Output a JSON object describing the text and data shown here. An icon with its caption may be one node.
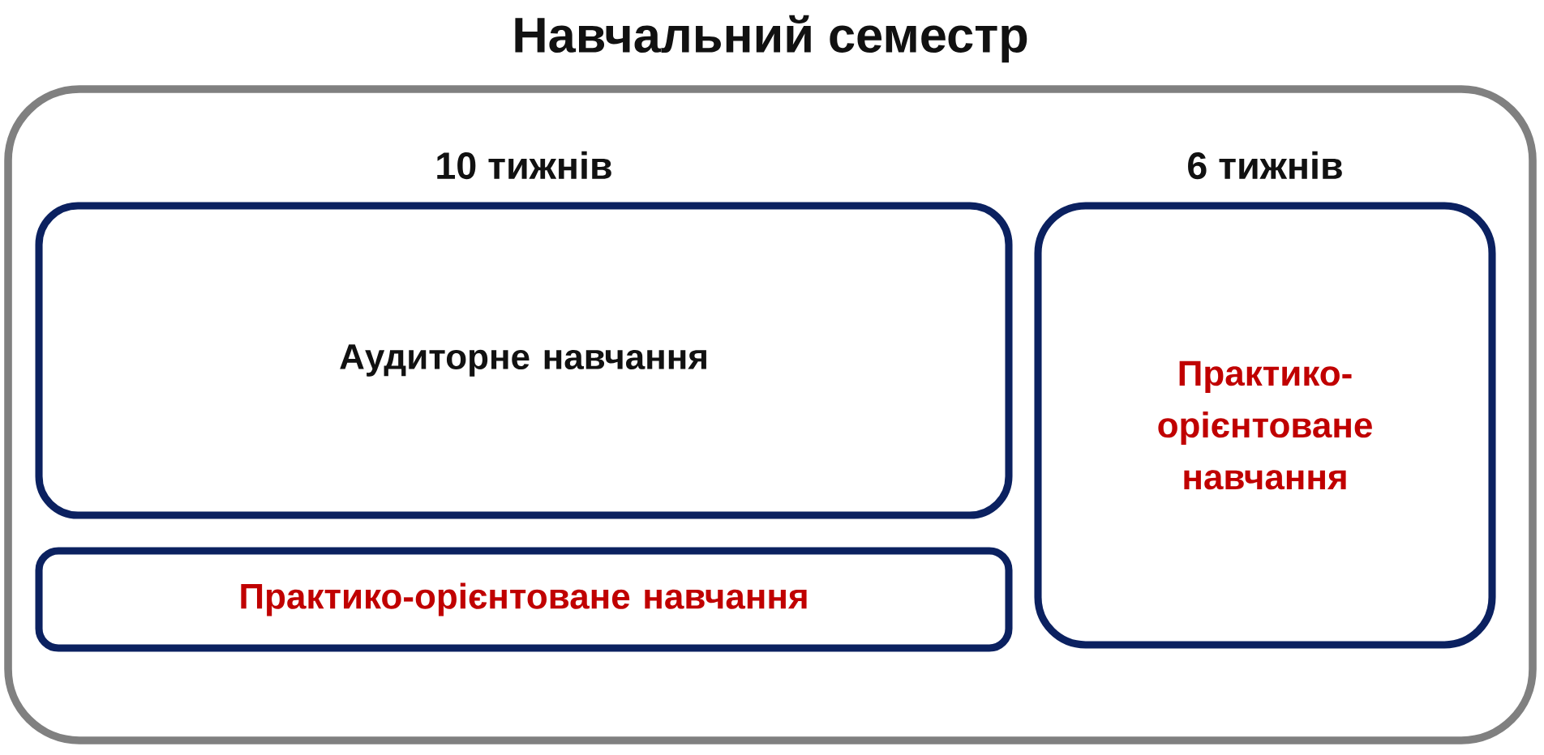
{
  "diagram": {
    "nodes": [
      {
        "text": [
          "Навчальний семестр"
        ]
      },
      {
        "text": [
          "10 тижнів",
          "Аудиторне навчання"
        ],
        "in": 0
      },
      {
        "text": [
          "Практико-орієнтоване навчання"
        ],
        "in": 0
      },
      {
        "text": [
          "6 тижнів",
          "Практико-орієнтоване навчання"
        ],
        "in": 0
      }
    ]
  }
}
